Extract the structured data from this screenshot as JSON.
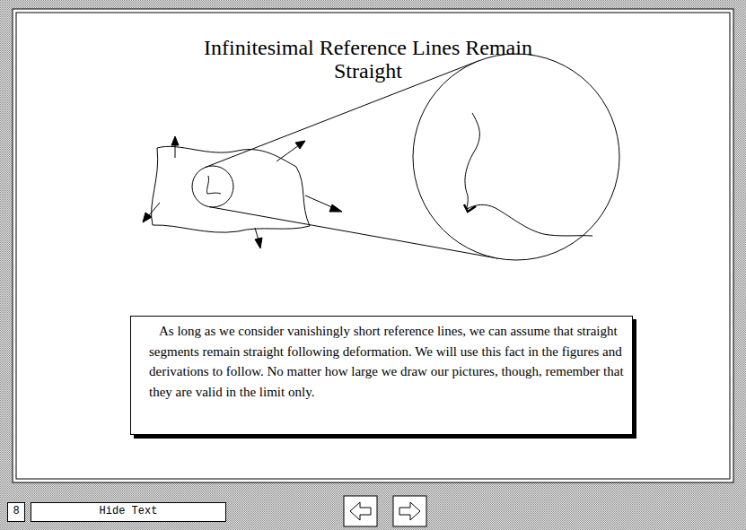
{
  "diagram": {
    "title": "Infinitesimal Reference Lines Remain Straight",
    "nodes": [
      {
        "text": [
          "As long as we consider vanishingly short reference lines, we can assume that straight segments remain straight following deformation. We will use this fact in the figures and derivations to follow. No matter how large we draw our pictures, though, remember that they are valid in the limit only."
        ]
      },
      {
        "text": [
          "8"
        ]
      },
      {
        "text": [
          "Hide Text"
        ]
      }
    ]
  }
}
